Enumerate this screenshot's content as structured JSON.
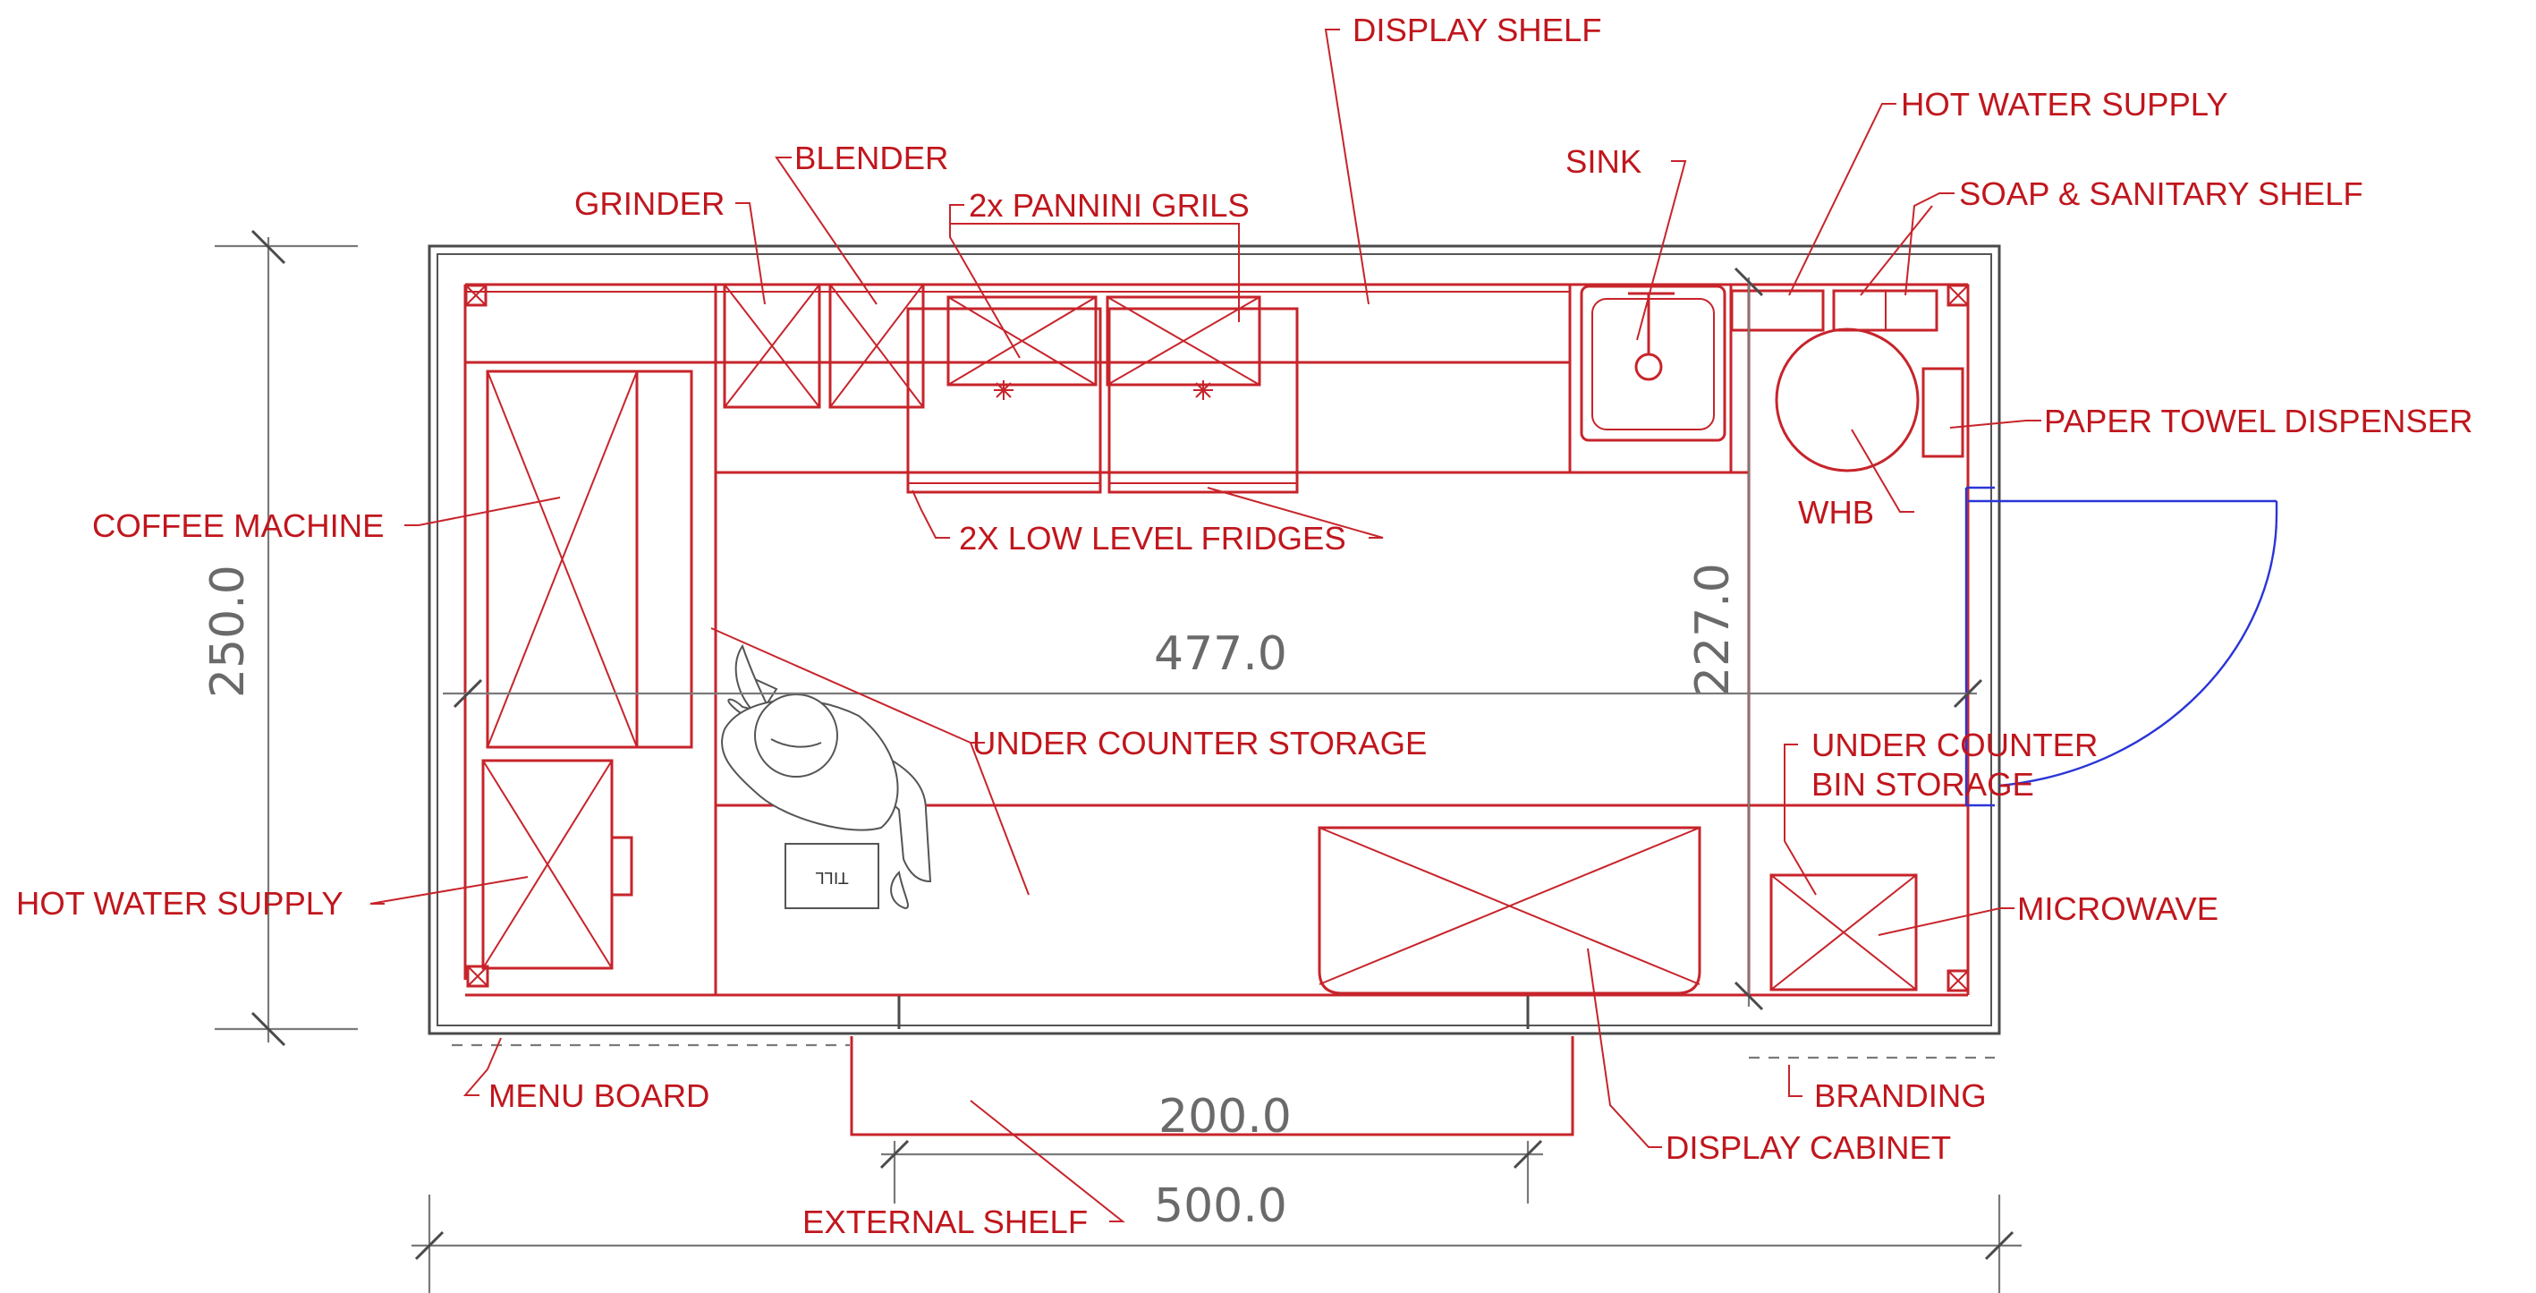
{
  "labels": {
    "display_shelf": "DISPLAY SHELF",
    "hot_water_supply_top": "HOT WATER SUPPLY",
    "sink": "SINK",
    "blender": "BLENDER",
    "soap_shelf": "SOAP & SANITARY SHELF",
    "grinder": "GRINDER",
    "panini": "2x PANNINI GRILS",
    "paper_towel": "PAPER TOWEL DISPENSER",
    "coffee_machine": "COFFEE MACHINE",
    "low_fridges": "2X LOW LEVEL FRIDGES",
    "whb": "WHB",
    "under_counter_storage": "UNDER COUNTER STORAGE",
    "under_counter_bin_1": "UNDER COUNTER",
    "under_counter_bin_2": "BIN STORAGE",
    "hot_water_supply_left": "HOT WATER SUPPLY",
    "microwave": "MICROWAVE",
    "menu_board": "MENU BOARD",
    "branding": "BRANDING",
    "display_cabinet": "DISPLAY CABINET",
    "external_shelf": "EXTERNAL SHELF",
    "till": "TILL"
  },
  "dimensions": {
    "height": "250.0",
    "inner_length": "477.0",
    "inner_width": "227.0",
    "shelf_width": "200.0",
    "overall_length": "500.0"
  },
  "colors": {
    "label": "#c0161d",
    "linework": "#c7242b",
    "outline": "#4a4a4a",
    "dimension": "#6a6a6a",
    "door": "#2b35d6"
  }
}
